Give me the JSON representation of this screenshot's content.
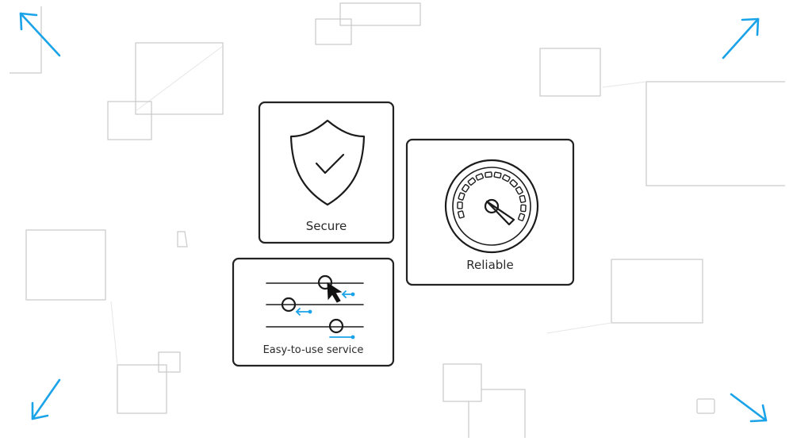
{
  "cards": {
    "secure": {
      "label": "Secure",
      "icon": "shield-check-icon"
    },
    "reliable": {
      "label": "Reliable",
      "icon": "speedometer-icon"
    },
    "easy": {
      "label": "Easy-to-use service",
      "icon": "sliders-icon"
    }
  },
  "decorations": {
    "corner_arrows": [
      "arrow-top-left-icon",
      "arrow-top-right-icon",
      "arrow-bottom-left-icon",
      "arrow-bottom-right-icon"
    ]
  },
  "colors": {
    "accent": "#1aa3e8",
    "ink": "#1b1b1b",
    "ghost": "#c9c9c9",
    "background": "#ffffff"
  }
}
